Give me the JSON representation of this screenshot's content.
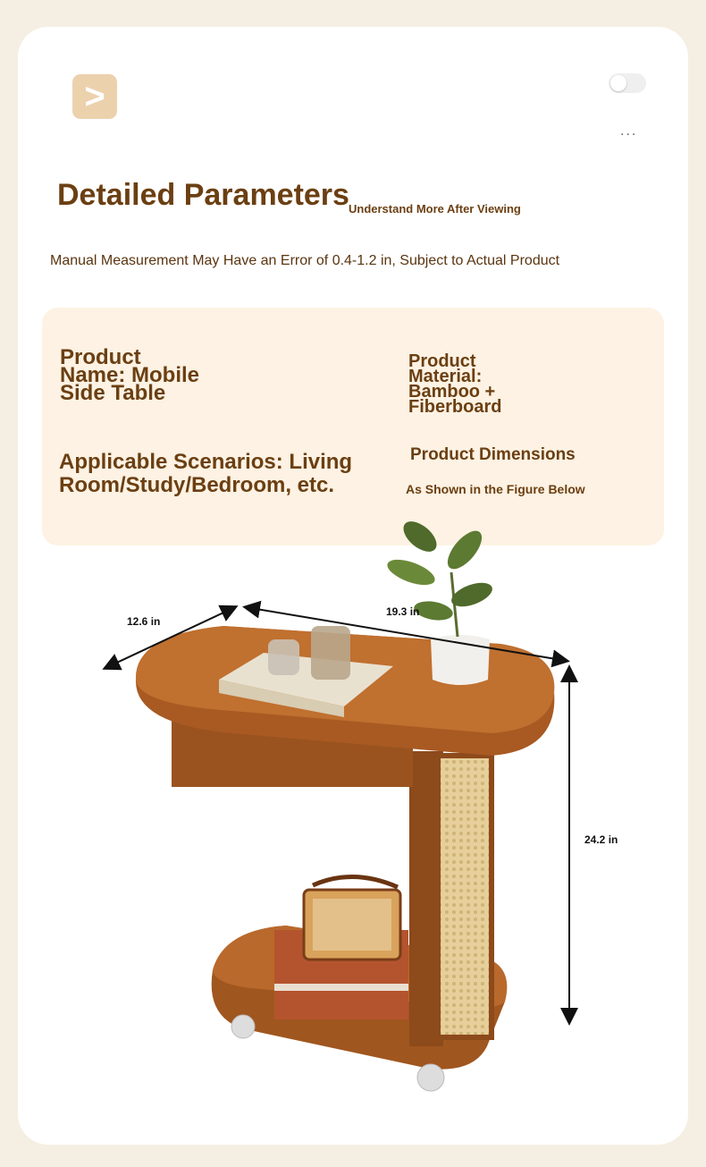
{
  "header": {
    "logo_glyph": ">",
    "more_label": "...",
    "title": "Detailed Parameters",
    "subtitle": "Understand More After Viewing",
    "note": "Manual Measurement May Have an Error of 0.4-1.2 in, Subject to Actual Product"
  },
  "params": {
    "product_name": "Product Name: Mobile Side Table",
    "product_material": "Product Material: Bamboo + Fiberboard",
    "scenarios": "Applicable Scenarios: Living Room/Study/Bedroom, etc.",
    "dimensions_title": "Product Dimensions",
    "dimensions_note": "As Shown in the Figure Below"
  },
  "dimensions": {
    "depth": "12.6 in",
    "width": "19.3 in",
    "height": "24.2 in"
  },
  "colors": {
    "accent": "#6b3f12",
    "panel": "#fdf2e3",
    "background": "#f5efe3",
    "wood": "#a85a22"
  }
}
